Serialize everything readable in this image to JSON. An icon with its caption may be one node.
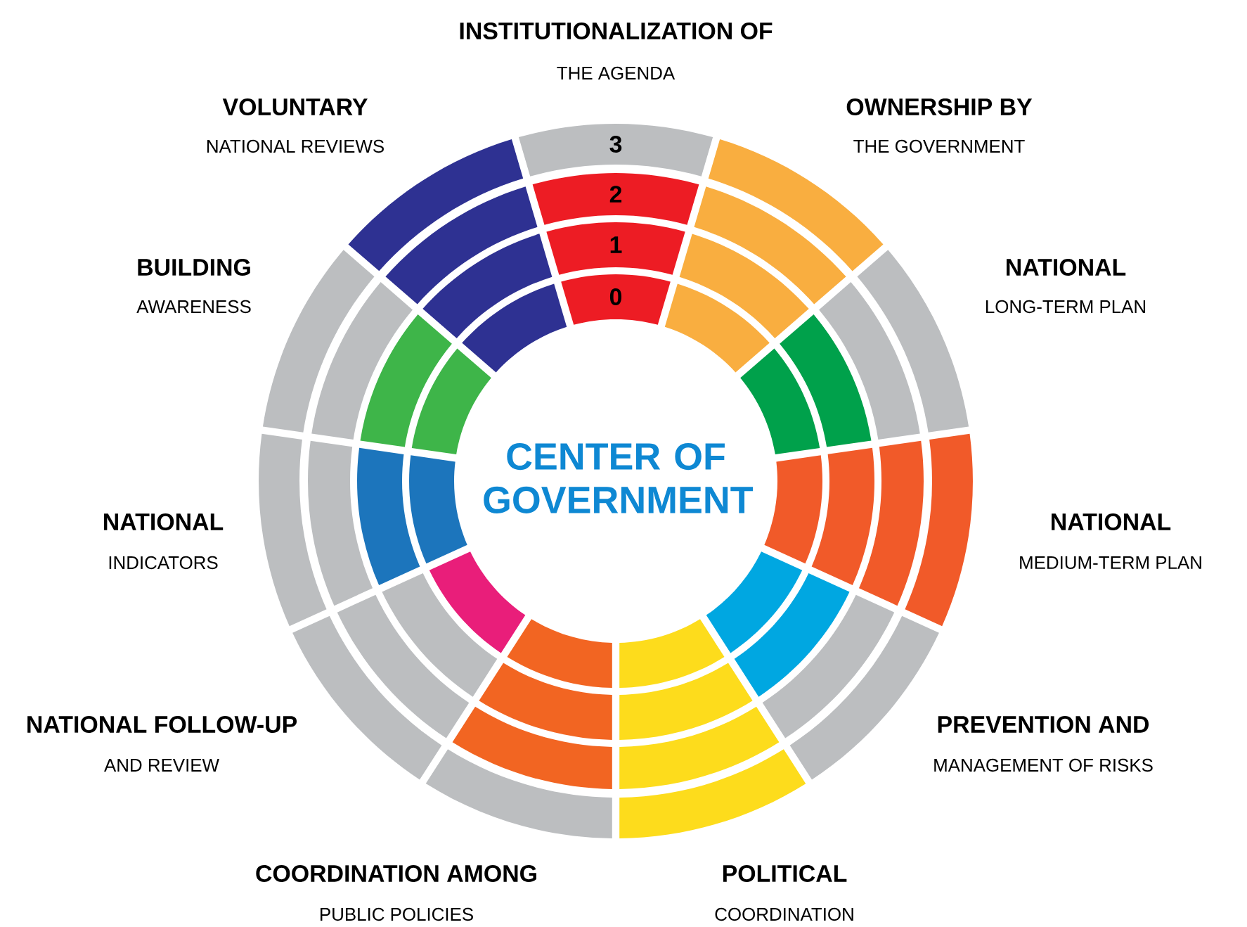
{
  "diagram": {
    "nodes": [
      {
        "text": [
          "CENTER OF GOVERNMENT"
        ]
      },
      {
        "text": [
          "INSTITUTIONALIZATION OF",
          "THE AGENDA"
        ]
      },
      {
        "text": [
          "OWNERSHIP BY",
          "THE GOVERNMENT"
        ]
      },
      {
        "text": [
          "NATIONAL",
          "LONG-TERM PLAN"
        ]
      },
      {
        "text": [
          "NATIONAL",
          "MEDIUM-TERM PLAN"
        ]
      },
      {
        "text": [
          "PREVENTION AND",
          "MANAGEMENT OF RISKS"
        ]
      },
      {
        "text": [
          "POLITICAL",
          "COORDINATION"
        ]
      },
      {
        "text": [
          "COORDINATION AMONG",
          "PUBLIC POLICIES"
        ]
      },
      {
        "text": [
          "NATIONAL FOLLOW-UP",
          "AND REVIEW"
        ]
      },
      {
        "text": [
          "NATIONAL",
          "INDICATORS"
        ]
      },
      {
        "text": [
          "BUILDING",
          "AWARENESS"
        ]
      },
      {
        "text": [
          "VOLUNTARY",
          "NATIONAL REVIEWS"
        ]
      }
    ],
    "labels": [
      "3",
      "2",
      "1",
      "0"
    ]
  }
}
